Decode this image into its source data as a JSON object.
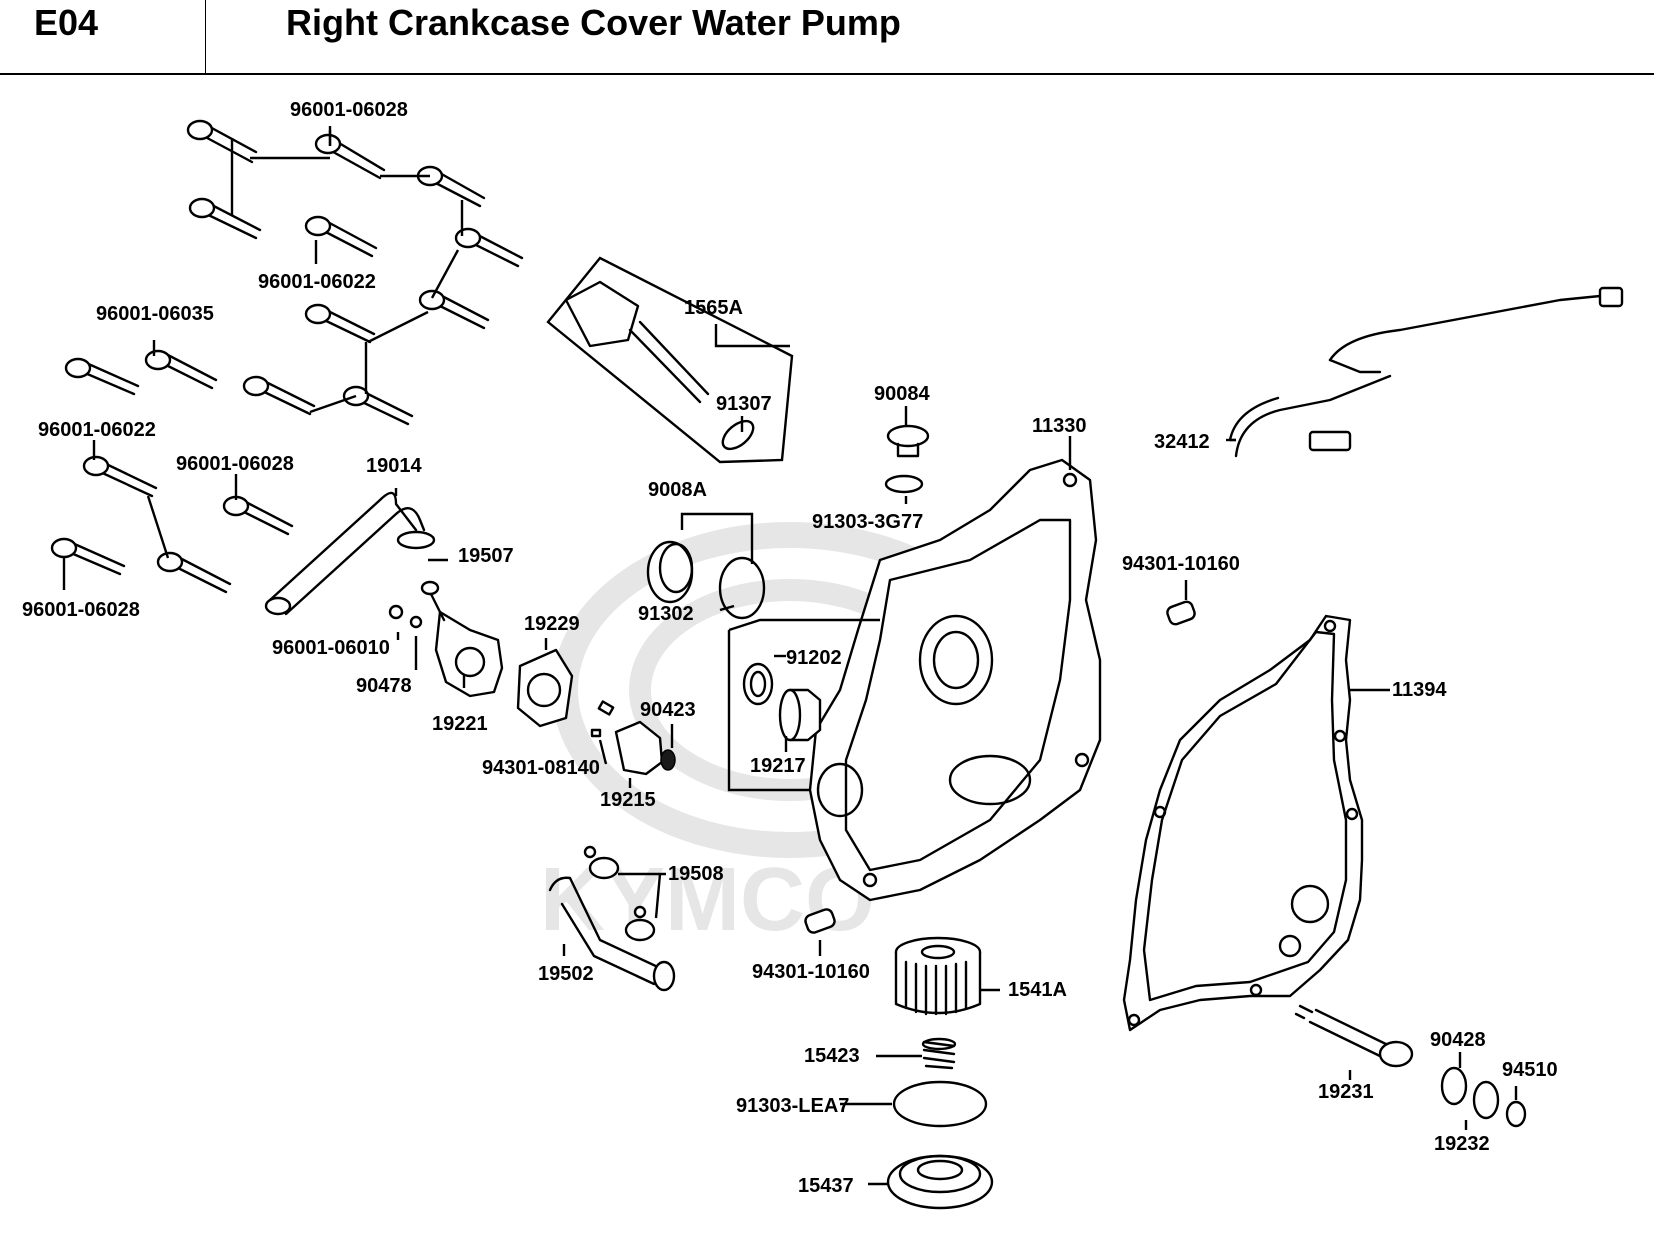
{
  "header": {
    "code": "E04",
    "title": "Right Crankcase Cover  Water Pump"
  },
  "watermark": {
    "text": "KYMCO"
  },
  "labels": {
    "p1": "96001-06028",
    "p2": "96001-06022",
    "p3": "96001-06035",
    "p4": "96001-06022",
    "p5": "96001-06028",
    "p6": "96001-06028",
    "p7": "1565A",
    "p8": "91307",
    "p9": "19014",
    "p10": "19507",
    "p11": "96001-06010",
    "p12": "90478",
    "p13": "19221",
    "p14": "19229",
    "p15": "9008A",
    "p16": "91302",
    "p17": "90084",
    "p18": "91303-3G77",
    "p19": "11330",
    "p20": "32412",
    "p21": "94301-10160",
    "p22": "11394",
    "p23": "91202",
    "p24": "19217",
    "p25": "90423",
    "p26": "94301-08140",
    "p27": "19215",
    "p28": "19508",
    "p29": "19502",
    "p30": "94301-10160",
    "p31": "1541A",
    "p32": "15423",
    "p33": "91303-LEA7",
    "p34": "15437",
    "p35": "90428",
    "p36": "94510",
    "p37": "19231",
    "p38": "19232"
  }
}
